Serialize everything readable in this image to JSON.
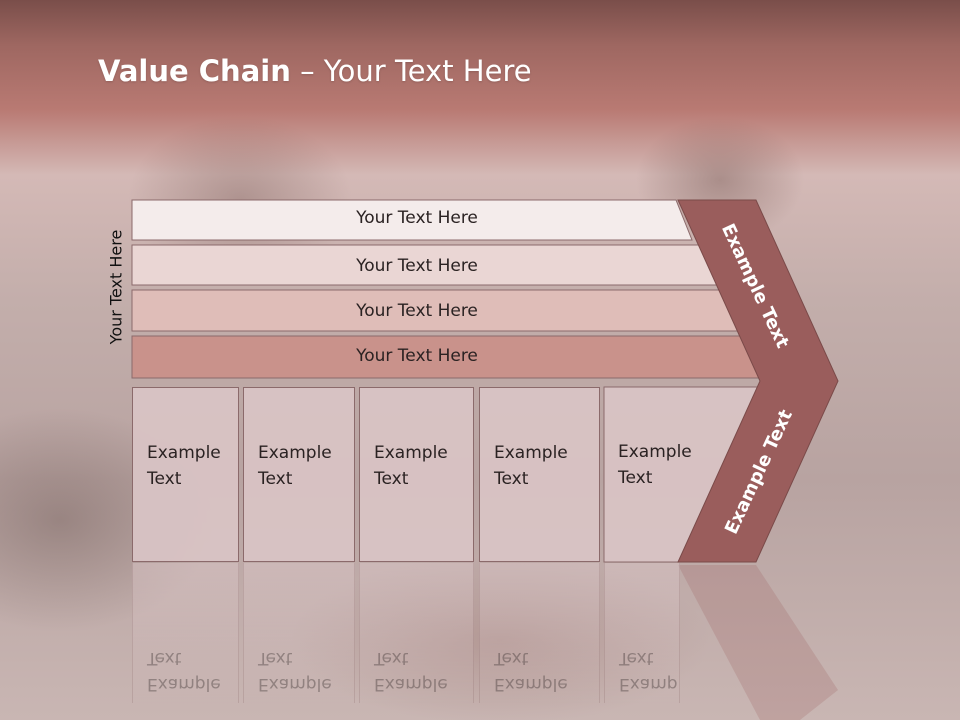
{
  "slide": {
    "title_bold": "Value Chain",
    "title_rest": " – Your Text Here",
    "side_label": "Your Text Here"
  },
  "rows": [
    {
      "label": "Your Text Here",
      "fill": "#f4eceb"
    },
    {
      "label": "Your Text Here",
      "fill": "#ead6d4"
    },
    {
      "label": "Your Text Here",
      "fill": "#dfbdb8"
    },
    {
      "label": "Your Text Here",
      "fill": "#c9928b"
    }
  ],
  "boxes": [
    {
      "label": "Example\nText"
    },
    {
      "label": "Example\nText"
    },
    {
      "label": "Example\nText"
    },
    {
      "label": "Example\nText"
    },
    {
      "label": "Example\nText"
    }
  ],
  "chevron": {
    "upper_label": "Example Text",
    "lower_label": "Example Text",
    "color": "#9a5d5c"
  }
}
